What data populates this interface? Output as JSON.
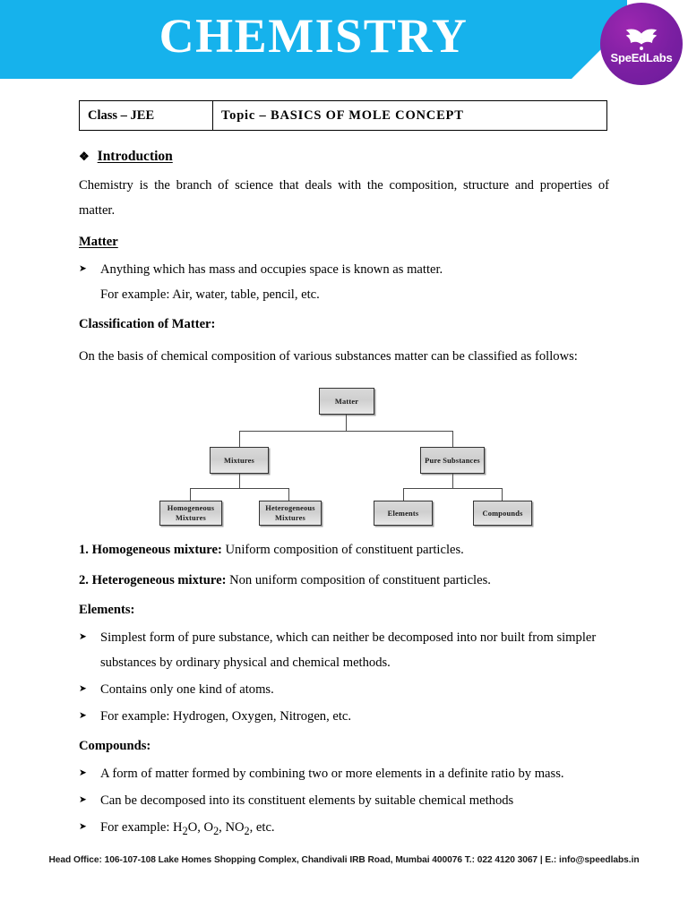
{
  "header": {
    "title": "CHEMISTRY",
    "logo_text": "SpeEdLabs",
    "banner_color": "#16b2ec",
    "logo_color": "#7b1fa2"
  },
  "info_table": {
    "class_label": "Class – JEE",
    "topic_label": "Topic – BASICS  OF  MOLE  CONCEPT"
  },
  "content": {
    "intro_heading": "Introduction",
    "intro_bullet_glyph": "❖",
    "intro_paragraph": "Chemistry is the branch of science that deals with the composition, structure and properties of matter.",
    "matter_heading": "Matter",
    "matter_bullet": "Anything which has mass and occupies space is known as matter.",
    "matter_example": "For example:  Air, water, table, pencil, etc.",
    "classification_heading": "Classification of Matter:",
    "classification_paragraph": "On the basis of chemical composition of various substances matter can be classified as follows:",
    "homogeneous_number": "1.",
    "homogeneous_term": "Homogeneous mixture:",
    "homogeneous_definition": "Uniform composition of constituent particles.",
    "heterogeneous_number": "2.",
    "heterogeneous_term": "Heterogeneous mixture:",
    "heterogeneous_definition": "Non uniform composition of constituent particles.",
    "elements_heading": "Elements:",
    "elements_bullets": [
      "Simplest form of pure substance, which can neither be decomposed into nor built from",
      "Contains only one kind of atoms.",
      "For example: Hydrogen, Oxygen, Nitrogen, etc."
    ],
    "elements_bullet1_line2": "simpler substances by ordinary physical and chemical methods.",
    "compounds_heading": "Compounds:",
    "compounds_bullets": [
      "A form of matter formed by combining two or more elements in a definite ratio by mass.",
      "Can be decomposed into its constituent elements by suitable chemical methods"
    ],
    "compounds_example_prefix": "For example: H",
    "compounds_example_parts": {
      "sub1": "2",
      "mid1": "O, O",
      "sub2": "2",
      "mid2": ", NO",
      "sub3": "2",
      "tail": ", etc."
    }
  },
  "chart_data": {
    "type": "diagram",
    "title": "Classification of Matter",
    "nodes": [
      {
        "id": "matter",
        "label": "Matter",
        "level": 0
      },
      {
        "id": "mixtures",
        "label": "Mixtures",
        "level": 1
      },
      {
        "id": "pure-substances",
        "label": "Pure Substances",
        "level": 1
      },
      {
        "id": "homogeneous-mixtures",
        "label": "Homogeneous Mixtures",
        "level": 2
      },
      {
        "id": "heterogeneous-mixtures",
        "label": "Heterogeneous Mixtures",
        "level": 2
      },
      {
        "id": "elements",
        "label": "Elements",
        "level": 2
      },
      {
        "id": "compounds",
        "label": "Compounds",
        "level": 2
      }
    ],
    "edges": [
      {
        "from": "matter",
        "to": "mixtures"
      },
      {
        "from": "matter",
        "to": "pure-substances"
      },
      {
        "from": "mixtures",
        "to": "homogeneous-mixtures"
      },
      {
        "from": "mixtures",
        "to": "heterogeneous-mixtures"
      },
      {
        "from": "pure-substances",
        "to": "elements"
      },
      {
        "from": "pure-substances",
        "to": "compounds"
      }
    ]
  },
  "footer": {
    "text": "Head Office: 106-107-108 Lake Homes Shopping Complex, Chandivali IRB Road, Mumbai 400076 T.: 022 4120 3067 | E.: info@speedlabs.in"
  }
}
